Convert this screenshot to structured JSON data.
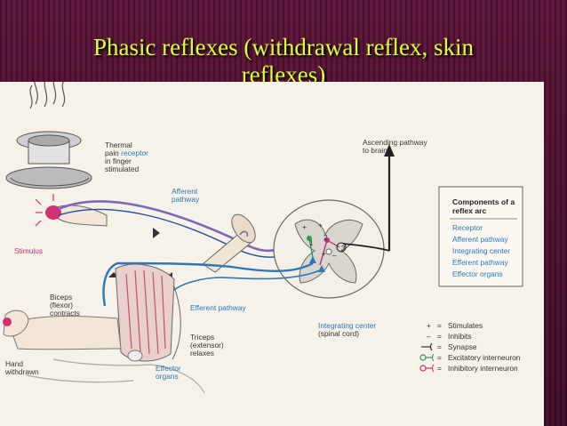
{
  "slide": {
    "title_line1": "Phasic reflexes (withdrawal reflex, skin",
    "title_line2": "reflexes)"
  },
  "figure": {
    "labels": {
      "thermal_1": "Thermal",
      "thermal_2": "pain",
      "thermal_3": "receptor",
      "thermal_4": "in finger",
      "thermal_5": "stimulated",
      "afferent_1": "Afferent",
      "afferent_2": "pathway",
      "stimulus": "Stimulus",
      "ascending_1": "Ascending pathway",
      "ascending_2": "to brain",
      "biceps_1": "Biceps",
      "biceps_2": "(flexor)",
      "biceps_3": "contracts",
      "efferent": "Efferent pathway",
      "triceps_1": "Triceps",
      "triceps_2": "(extensor)",
      "triceps_3": "relaxes",
      "hand_1": "Hand",
      "hand_2": "withdrawn",
      "effector_1": "Effector",
      "effector_2": "organs",
      "integrating_1": "Integrating center",
      "integrating_2": "(spinal cord)",
      "num_1": "1",
      "num_2": "2",
      "num_3": "3"
    },
    "components_box": {
      "title_1": "Components of a",
      "title_2": "reflex arc",
      "items": [
        "Receptor",
        "Afferent pathway",
        "Integrating center",
        "Efferent pathway",
        "Effector organs"
      ]
    },
    "legend": [
      {
        "symbol": "+",
        "text": "Stimulates"
      },
      {
        "symbol": "–",
        "text": "Inhibits"
      },
      {
        "symbol": "",
        "text": "Synapse"
      },
      {
        "symbol": "",
        "text": "Excitatory interneuron"
      },
      {
        "symbol": "",
        "text": "Inhibitory interneuron"
      }
    ],
    "colors": {
      "afferent": "#7a68b8",
      "efferent": "#2a78b8",
      "excitatory": "#2e9a5a",
      "inhibitory": "#c0306e",
      "title": "#d8ff3a"
    }
  }
}
